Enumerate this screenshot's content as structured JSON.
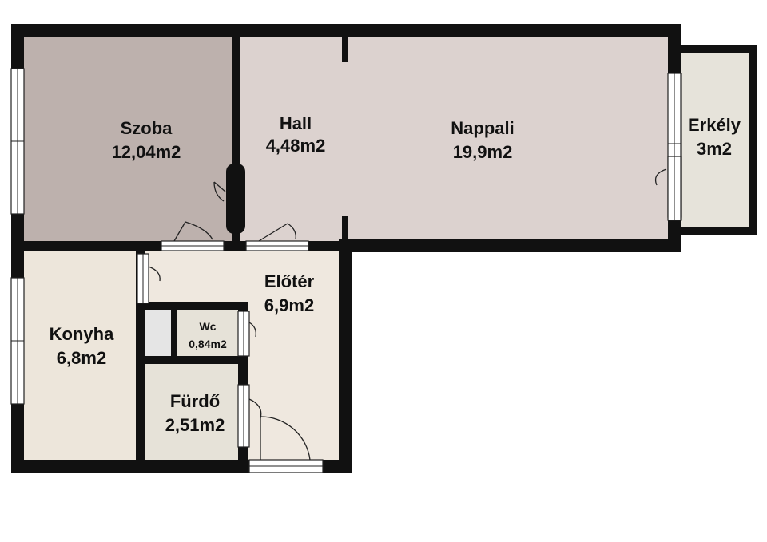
{
  "colors": {
    "szoba": "#bdb1ad",
    "hall_nappali": "#dcd2cf",
    "erkely": "#e6e3da",
    "eloter": "#efe8df",
    "konyha": "#ede6db",
    "wc": "#e6e2d8",
    "furdo": "#e6e2d8",
    "shaft": "#e5e5e5",
    "wall": "#111111"
  },
  "rooms": [
    {
      "id": "szoba",
      "name": "Szoba",
      "area": "12,04m2"
    },
    {
      "id": "hall",
      "name": "Hall",
      "area": "4,48m2"
    },
    {
      "id": "nappali",
      "name": "Nappali",
      "area": "19,9m2"
    },
    {
      "id": "erkely",
      "name": "Erkély",
      "area": "3m2"
    },
    {
      "id": "eloter",
      "name": "Előtér",
      "area": "6,9m2"
    },
    {
      "id": "konyha",
      "name": "Konyha",
      "area": "6,8m2"
    },
    {
      "id": "wc",
      "name": "Wc",
      "area": "0,84m2"
    },
    {
      "id": "furdo",
      "name": "Fürdő",
      "area": "2,51m2"
    }
  ]
}
